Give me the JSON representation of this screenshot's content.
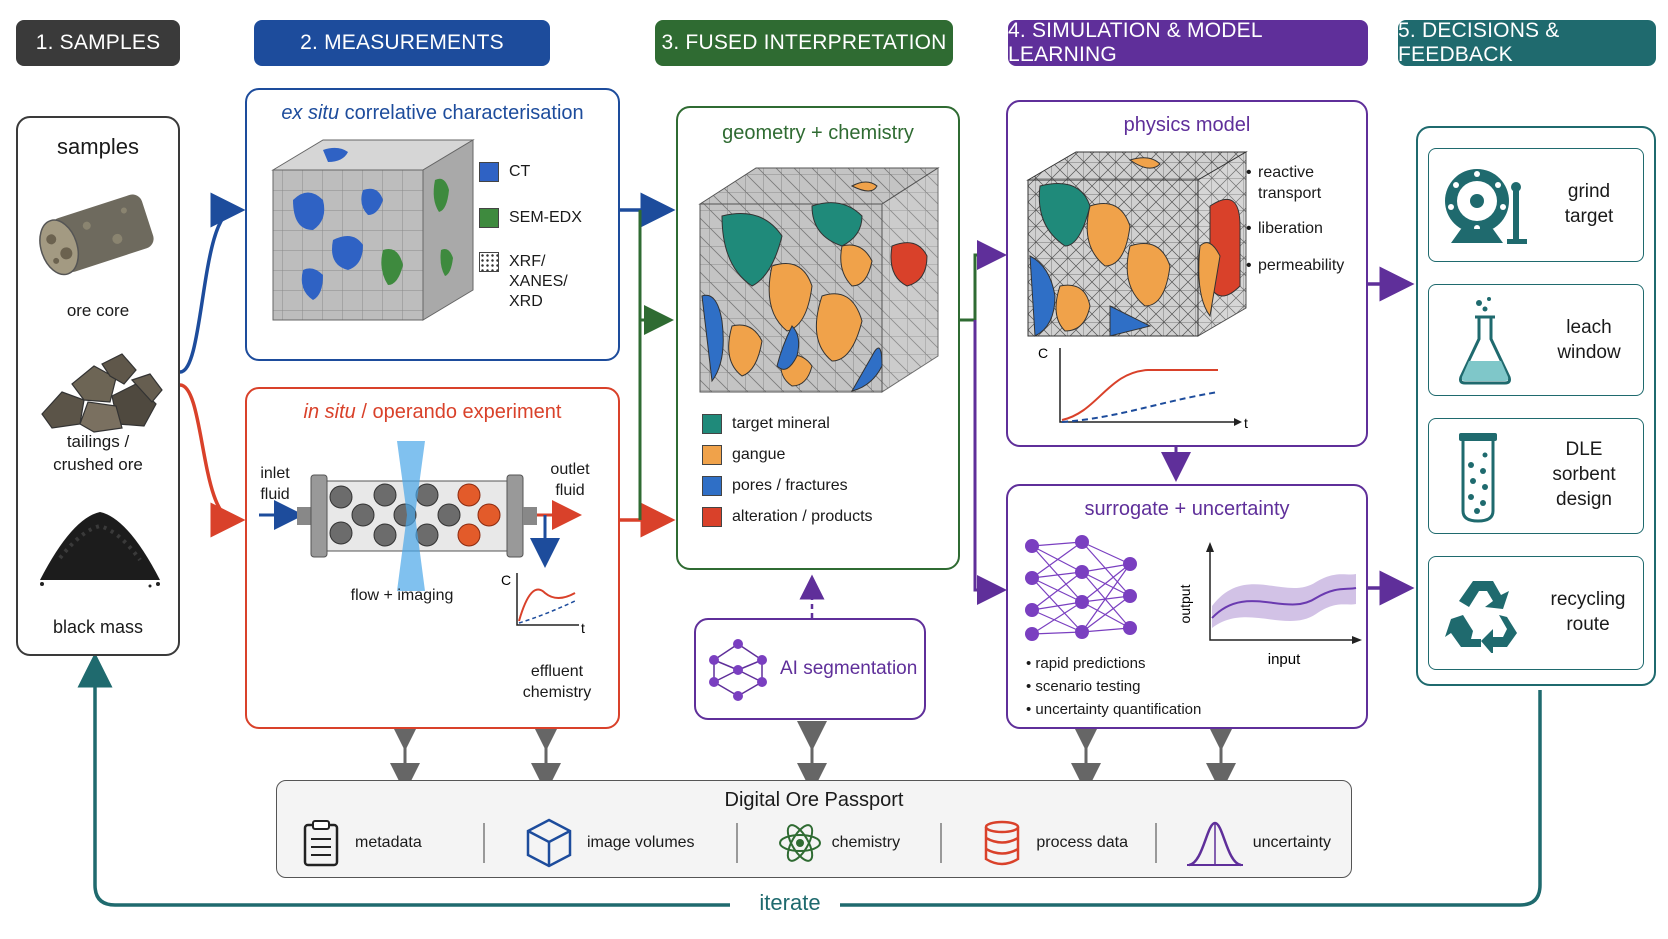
{
  "headers": [
    {
      "label": "1. SAMPLES",
      "color": "#3a3a3a"
    },
    {
      "label": "2. MEASUREMENTS",
      "color": "#1d4c9c"
    },
    {
      "label": "3. FUSED INTERPRETATION",
      "color": "#2f6b32"
    },
    {
      "label": "4. SIMULATION & MODEL LEARNING",
      "color": "#5f2f9a"
    },
    {
      "label": "5. DECISIONS & FEEDBACK",
      "color": "#1f6a6e"
    }
  ],
  "samples": {
    "title": "samples",
    "items": [
      {
        "label": "ore core"
      },
      {
        "label": "tailings /\ncrushed ore"
      },
      {
        "label": "black mass"
      }
    ]
  },
  "exsitu": {
    "title_em": "ex situ",
    "title_rest": " correlative characterisation",
    "legend": [
      "CT",
      "SEM-EDX",
      "XRF/\nXANES/\nXRD"
    ]
  },
  "insitu": {
    "title_em": "in situ",
    "title_rest": " / operando experiment",
    "inlet": "inlet\nfluid",
    "outlet": "outlet\nfluid",
    "flow_label": "flow + imaging",
    "effluent": "effluent\nchemistry",
    "axis_c": "C",
    "axis_t": "t"
  },
  "fused": {
    "title": "geometry + chemistry",
    "legend": [
      {
        "label": "target mineral",
        "color": "#1f8a7a"
      },
      {
        "label": "gangue",
        "color": "#f0a24a"
      },
      {
        "label": "pores / fractures",
        "color": "#2f6fc6"
      },
      {
        "label": "alteration / products",
        "color": "#d9412a"
      }
    ],
    "ai_label": "AI segmentation"
  },
  "physics": {
    "title": "physics model",
    "bullets": [
      "reactive\ntransport",
      "liberation",
      "permeability"
    ],
    "axis_c": "C",
    "axis_t": "t"
  },
  "surrogate": {
    "title": "surrogate + uncertainty",
    "bullets": [
      "rapid predictions",
      "scenario testing",
      "uncertainty quantification"
    ],
    "axis_y": "output",
    "axis_x": "input"
  },
  "decisions": [
    {
      "label": "grind\ntarget",
      "icon": "grinding-mill-icon"
    },
    {
      "label": "leach\nwindow",
      "icon": "flask-icon"
    },
    {
      "label": "DLE\nsorbent\ndesign",
      "icon": "sorbent-column-icon"
    },
    {
      "label": "recycling\nroute",
      "icon": "recycle-icon"
    }
  ],
  "passport": {
    "title": "Digital Ore Passport",
    "items": [
      {
        "label": "metadata",
        "icon": "clipboard-icon"
      },
      {
        "label": "image volumes",
        "icon": "cube-icon"
      },
      {
        "label": "chemistry",
        "icon": "atom-icon"
      },
      {
        "label": "process data",
        "icon": "database-icon"
      },
      {
        "label": "uncertainty",
        "icon": "distribution-icon"
      }
    ]
  },
  "iterate_label": "iterate",
  "colors": {
    "samples": "#3a3a3a",
    "measure": "#1d4c9c",
    "insitu": "#d9412a",
    "fused": "#2f6b32",
    "sim": "#5f2f9a",
    "decide": "#1f6a6e"
  }
}
